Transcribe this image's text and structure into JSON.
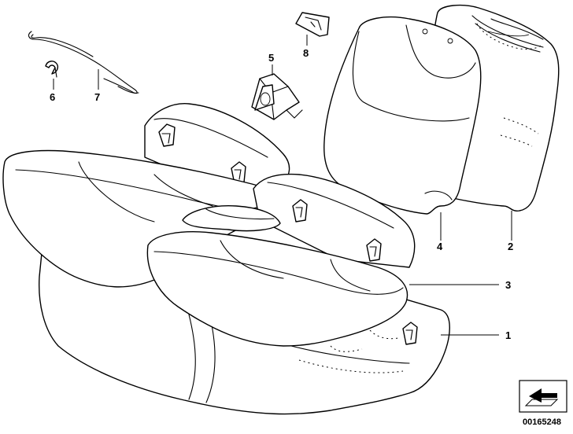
{
  "callouts": {
    "c1": "1",
    "c2": "2",
    "c3": "3",
    "c4": "4",
    "c5": "5",
    "c6": "6",
    "c7": "7",
    "c8": "8"
  },
  "document_number": "00165248",
  "icons": {
    "view_direction": "view-direction-arrow-icon"
  }
}
